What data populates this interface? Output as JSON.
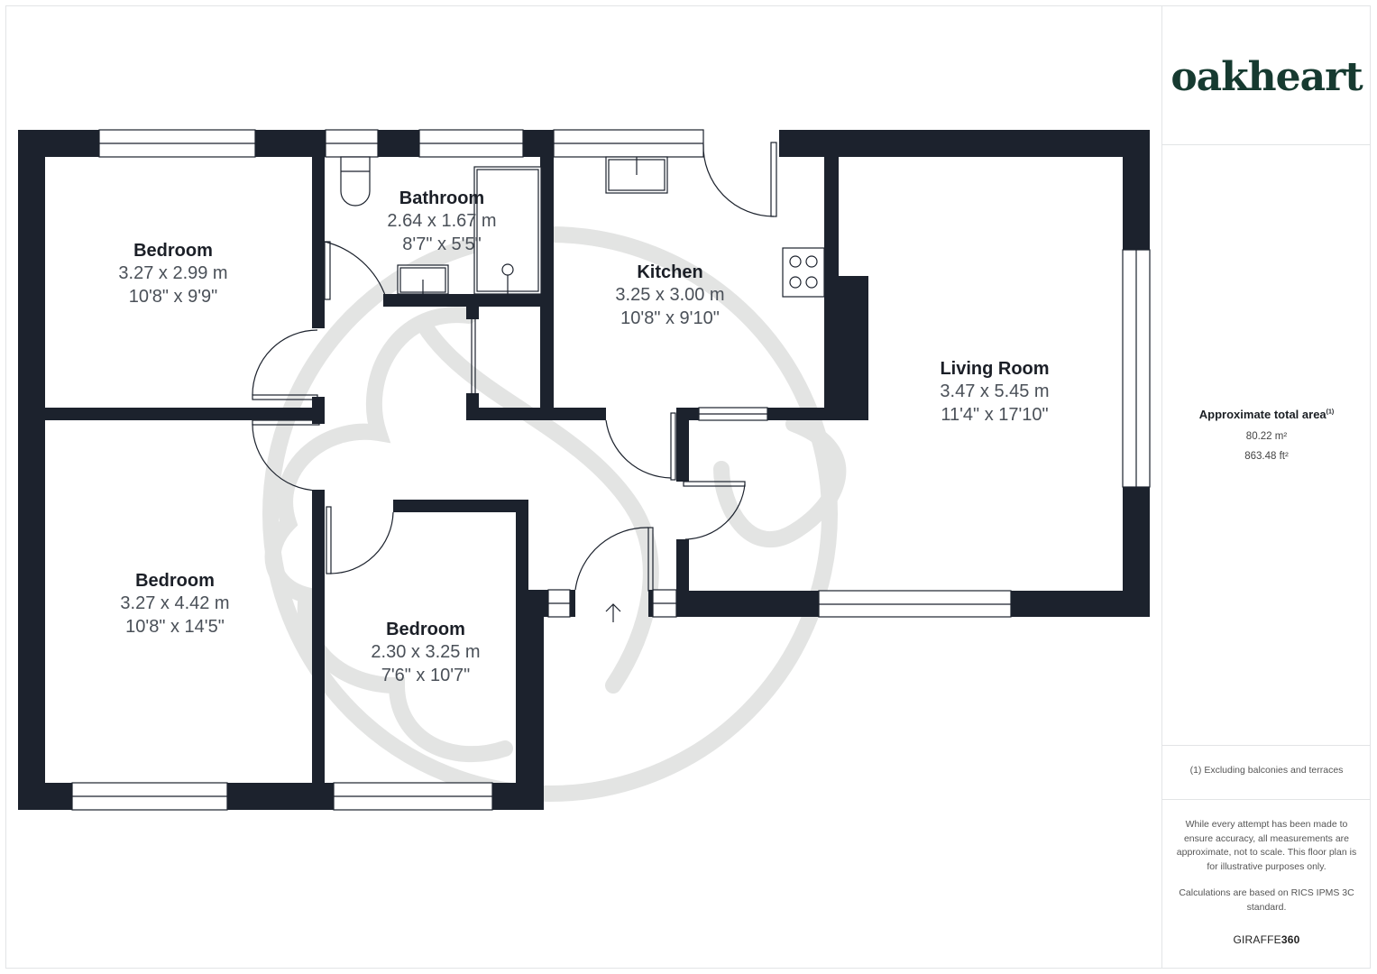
{
  "brand": {
    "logo_text": "oakheart",
    "logo_color": "#163a30"
  },
  "summary": {
    "title": "Approximate total area",
    "title_sup": "(1)",
    "area_m2": "80.22 m²",
    "area_ft2": "863.48 ft²"
  },
  "footnote": "(1) Excluding balconies and terraces",
  "disclaimer": {
    "line1": "While every attempt has been made to ensure accuracy, all measurements are approximate, not to scale. This floor plan is for illustrative purposes only.",
    "line2": "Calculations are based on RICS IPMS 3C standard."
  },
  "credit": {
    "prefix": "GIRAFFE",
    "suffix": "360"
  },
  "colors": {
    "wall": "#1c222d",
    "watermark": "#e3e4e3",
    "text_dim": "#4a5058"
  },
  "rooms": [
    {
      "name": "Bedroom",
      "metric": "3.27 x 2.99 m",
      "imperial": "10'8\" x 9'9\""
    },
    {
      "name": "Bathroom",
      "metric": "2.64 x 1.67 m",
      "imperial": "8'7\" x 5'5\""
    },
    {
      "name": "Kitchen",
      "metric": "3.25 x 3.00 m",
      "imperial": "10'8\" x 9'10\""
    },
    {
      "name": "Living Room",
      "metric": "3.47 x 5.45 m",
      "imperial": "11'4\" x 17'10\""
    },
    {
      "name": "Bedroom",
      "metric": "3.27 x 4.42 m",
      "imperial": "10'8\" x 14'5\""
    },
    {
      "name": "Bedroom",
      "metric": "2.30 x 3.25 m",
      "imperial": "7'6\" x 10'7\""
    }
  ],
  "entrance_icon": "arrow-up-icon"
}
